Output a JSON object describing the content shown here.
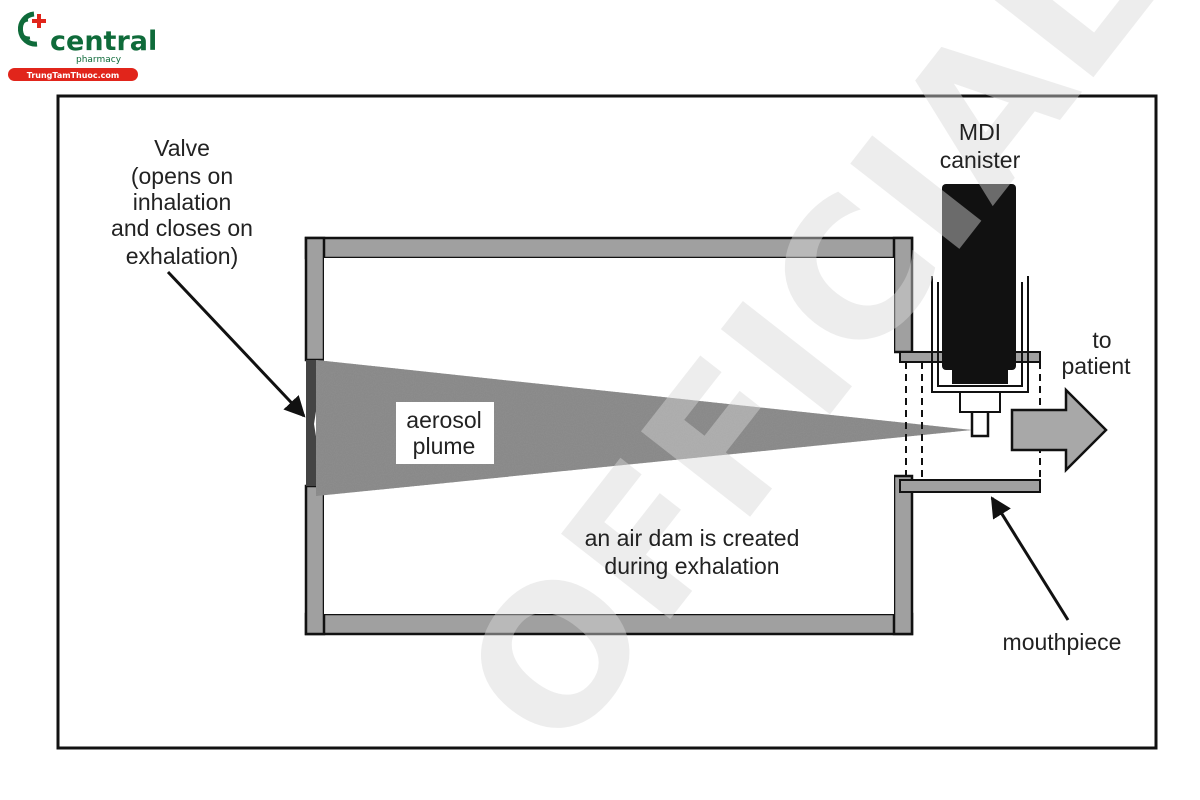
{
  "logo": {
    "name": "central",
    "subtitle": "pharmacy",
    "url": "TrungTamThuoc.com"
  },
  "watermark": "OFFICIAL",
  "diagram": {
    "valve_label": [
      "Valve",
      "(opens on",
      "inhalation",
      "and closes on",
      "exhalation)"
    ],
    "canister_label": [
      "MDI",
      "canister"
    ],
    "to_patient_label": [
      "to",
      "patient"
    ],
    "plume_label": [
      "aerosol",
      "plume"
    ],
    "air_dam_label": [
      "an air dam is created",
      "during exhalation"
    ],
    "mouthpiece_label": "mouthpiece"
  },
  "colors": {
    "wall": "#a0a0a0",
    "outline": "#111111",
    "canister": "#111111",
    "plume": "#909090",
    "arrow": "#a8a8a8",
    "logo_green": "#0f6b3a",
    "logo_red": "#e1251b"
  }
}
